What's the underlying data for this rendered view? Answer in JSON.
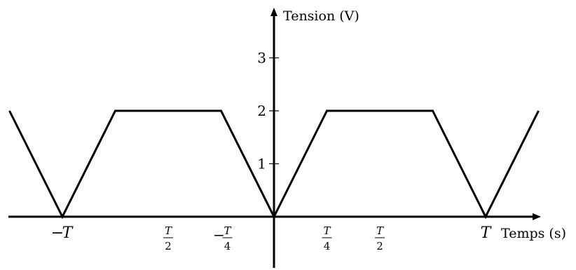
{
  "chart_data": {
    "type": "line",
    "title": "",
    "xlabel": "Temps (s)",
    "ylabel": "Tension (V)",
    "ylim": [
      -1,
      4
    ],
    "grid": false,
    "legend": "none",
    "x_unit": "T",
    "series": [
      {
        "x": [
          -1.25,
          -1,
          -0.75,
          -0.25,
          0,
          0.25,
          0.75,
          1,
          1.25
        ],
        "y": [
          2,
          0,
          2,
          2,
          0,
          2,
          2,
          0,
          2
        ]
      }
    ],
    "y_ticks": [
      {
        "value": 1,
        "label": "1"
      },
      {
        "value": 2,
        "label": "2"
      },
      {
        "value": 3,
        "label": "3"
      }
    ],
    "x_ticks": [
      {
        "value": -1,
        "kind": "minus",
        "num": "T",
        "den": "",
        "text": "−T"
      },
      {
        "value": -0.5,
        "kind": "frac",
        "num": "T",
        "den": "2",
        "text": "T/2"
      },
      {
        "value": -0.25,
        "kind": "negfrac",
        "num": "T",
        "den": "4",
        "text": "−T/4"
      },
      {
        "value": 0.25,
        "kind": "frac",
        "num": "T",
        "den": "4",
        "text": "T/4"
      },
      {
        "value": 0.5,
        "kind": "frac",
        "num": "T",
        "den": "2",
        "text": "T/2"
      },
      {
        "value": 1,
        "kind": "plain",
        "num": "T",
        "den": "",
        "text": "T"
      }
    ],
    "line_color": "#000000"
  }
}
